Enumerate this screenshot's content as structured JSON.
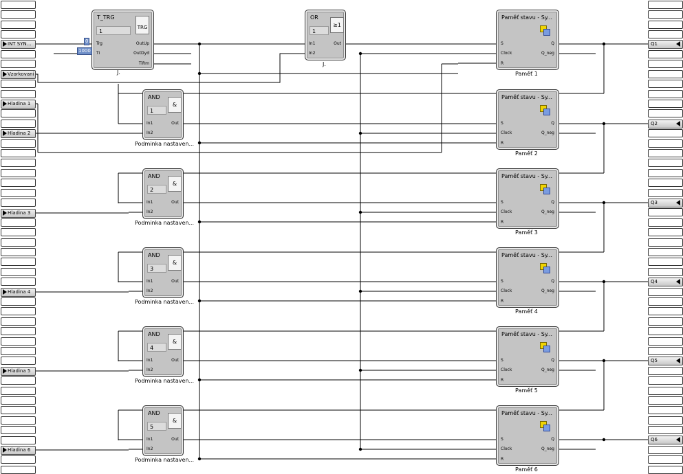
{
  "inputs": [
    {
      "id": "in-int-syn",
      "label": "INT SYN..."
    },
    {
      "id": "in-vzorkovani",
      "label": "Vzorkovani"
    },
    {
      "id": "in-hladina1",
      "label": "Hladina 1"
    },
    {
      "id": "in-hladina2",
      "label": "Hladina 2"
    },
    {
      "id": "in-hladina3",
      "label": "Hladina 3"
    },
    {
      "id": "in-hladina4",
      "label": "Hladina 4"
    },
    {
      "id": "in-hladina5",
      "label": "Hladina 5"
    },
    {
      "id": "in-hladina6",
      "label": "Hladina 6"
    }
  ],
  "outputs": [
    "Q1",
    "Q2",
    "Q3",
    "Q4",
    "Q5",
    "Q6"
  ],
  "constants": {
    "c1": "0",
    "c2": "1000"
  },
  "ttrg": {
    "title": "T_TRG",
    "param": "1",
    "symbol": "TRG",
    "pins_in": [
      "Trg",
      "Ti"
    ],
    "pins_out": [
      "OutUp",
      "OutDyd",
      "TiRm"
    ],
    "caption": "J."
  },
  "or_block": {
    "title": "OR",
    "param": "1",
    "symbol": "≥1",
    "pins_in": [
      "In1",
      "In2"
    ],
    "pins_out": [
      "Out"
    ],
    "caption": "J."
  },
  "and_blocks": [
    {
      "title": "AND",
      "param": "1",
      "symbol": "&",
      "pins_in": [
        "In1",
        "In2"
      ],
      "pin_out": "Out",
      "caption": "Podminka nastaven..."
    },
    {
      "title": "AND",
      "param": "2",
      "symbol": "&",
      "pins_in": [
        "In1",
        "In2"
      ],
      "pin_out": "Out",
      "caption": "Podminka nastaven..."
    },
    {
      "title": "AND",
      "param": "3",
      "symbol": "&",
      "pins_in": [
        "In1",
        "In2"
      ],
      "pin_out": "Out",
      "caption": "Podminka nastaven..."
    },
    {
      "title": "AND",
      "param": "4",
      "symbol": "&",
      "pins_in": [
        "In1",
        "In2"
      ],
      "pin_out": "Out",
      "caption": "Podminka nastaven..."
    },
    {
      "title": "AND",
      "param": "5",
      "symbol": "&",
      "pins_in": [
        "In1",
        "In2"
      ],
      "pin_out": "Out",
      "caption": "Podminka nastaven..."
    }
  ],
  "mem_blocks": [
    {
      "title": "Paměť stavu - Sy...",
      "pins_in": [
        "S",
        "Clock",
        "R"
      ],
      "pins_out": [
        "Q",
        "Q_neg"
      ],
      "caption": "Paměť 1"
    },
    {
      "title": "Paměť stavu - Sy...",
      "pins_in": [
        "S",
        "Clock",
        "R"
      ],
      "pins_out": [
        "Q",
        "Q_neg"
      ],
      "caption": "Paměť 2"
    },
    {
      "title": "Paměť stavu - Sy...",
      "pins_in": [
        "S",
        "Clock",
        "R"
      ],
      "pins_out": [
        "Q",
        "Q_neg"
      ],
      "caption": "Paměť 3"
    },
    {
      "title": "Paměť stavu - Sy...",
      "pins_in": [
        "S",
        "Clock",
        "R"
      ],
      "pins_out": [
        "Q",
        "Q_neg"
      ],
      "caption": "Paměť 4"
    },
    {
      "title": "Paměť stavu - Sy...",
      "pins_in": [
        "S",
        "Clock",
        "R"
      ],
      "pins_out": [
        "Q",
        "Q_neg"
      ],
      "caption": "Paměť 5"
    },
    {
      "title": "Paměť stavu - Sy...",
      "pins_in": [
        "S",
        "Clock",
        "R"
      ],
      "pins_out": [
        "Q",
        "Q_neg"
      ],
      "caption": "Paměť 6"
    }
  ],
  "icons": {
    "memory": "memory-block-icon",
    "input_arrow": "arrow-right-icon",
    "output_arrow": "arrow-left-icon"
  }
}
